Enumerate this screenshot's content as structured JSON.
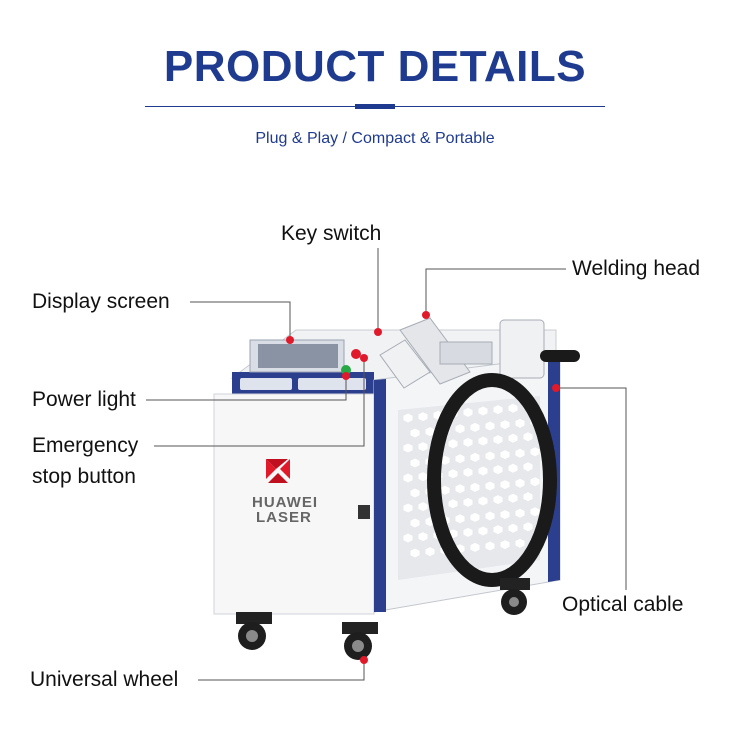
{
  "header": {
    "title": "PRODUCT DETAILS",
    "subtitle": "Plug & Play / Compact & Portable"
  },
  "callouts": {
    "key_switch": "Key switch",
    "welding_head": "Welding head",
    "display_screen": "Display screen",
    "power_light": "Power light",
    "emergency_line1": "Emergency",
    "emergency_line2": "stop button",
    "optical_cable": "Optical cable",
    "universal_wheel": "Universal wheel"
  },
  "machine": {
    "brand_line1": "HUAWEI",
    "brand_line2": "LASER"
  },
  "colors": {
    "brand_blue": "#1f3b8f",
    "callout_red": "#e0192b",
    "cable_black": "#1a1a1a"
  }
}
